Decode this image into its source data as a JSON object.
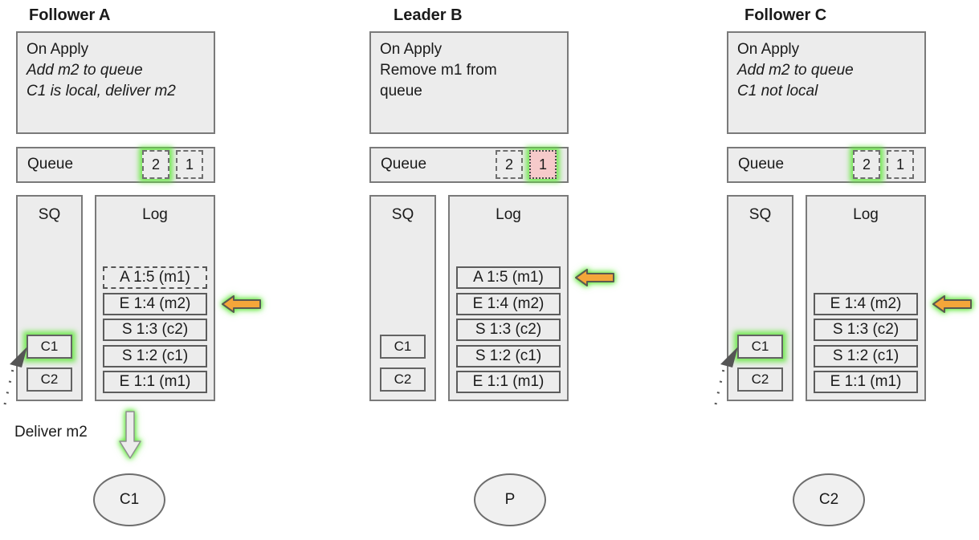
{
  "diagram": {
    "columns": [
      {
        "title": "Follower A",
        "on_apply_lines": [
          {
            "text": "On Apply",
            "italic": false
          },
          {
            "text": "Add m2 to queue",
            "italic": true
          },
          {
            "text": "C1 is local, deliver m2",
            "italic": true
          }
        ],
        "queue": {
          "label": "Queue",
          "items": [
            {
              "value": "2",
              "style": "dashed",
              "glow": true
            },
            {
              "value": "1",
              "style": "dashed",
              "glow": false
            }
          ]
        },
        "sq": {
          "label": "SQ",
          "items": [
            {
              "value": "C1",
              "glow": true,
              "incoming_dotted_arrow": true
            },
            {
              "value": "C2",
              "glow": false,
              "incoming_dotted_arrow": false
            }
          ]
        },
        "log": {
          "label": "Log",
          "entries": [
            {
              "text": "A 1:5 (m1)",
              "border": "dashed",
              "arrow": false
            },
            {
              "text": "E 1:4 (m2)",
              "border": "solid",
              "arrow": true
            },
            {
              "text": "S 1:3 (c2)",
              "border": "solid",
              "arrow": false
            },
            {
              "text": "S 1:2 (c1)",
              "border": "solid",
              "arrow": false
            },
            {
              "text": "E 1:1 (m1)",
              "border": "solid",
              "arrow": false
            }
          ]
        },
        "deliver_label": "Deliver m2",
        "deliver_arrow": true,
        "client": "C1"
      },
      {
        "title": "Leader B",
        "on_apply_lines": [
          {
            "text": "On Apply",
            "italic": false
          },
          {
            "text": "Remove m1 from",
            "italic": false
          },
          {
            "text": "queue",
            "italic": false
          }
        ],
        "queue": {
          "label": "Queue",
          "items": [
            {
              "value": "2",
              "style": "dashed",
              "glow": false
            },
            {
              "value": "1",
              "style": "red-dotted",
              "glow": true
            }
          ]
        },
        "sq": {
          "label": "SQ",
          "items": [
            {
              "value": "C1",
              "glow": false,
              "incoming_dotted_arrow": false
            },
            {
              "value": "C2",
              "glow": false,
              "incoming_dotted_arrow": false
            }
          ]
        },
        "log": {
          "label": "Log",
          "entries": [
            {
              "text": "A 1:5 (m1)",
              "border": "solid",
              "arrow": true
            },
            {
              "text": "E 1:4 (m2)",
              "border": "solid",
              "arrow": false
            },
            {
              "text": "S 1:3 (c2)",
              "border": "solid",
              "arrow": false
            },
            {
              "text": "S 1:2 (c1)",
              "border": "solid",
              "arrow": false
            },
            {
              "text": "E 1:1 (m1)",
              "border": "solid",
              "arrow": false
            }
          ]
        },
        "deliver_label": "",
        "deliver_arrow": false,
        "client": "P"
      },
      {
        "title": "Follower C",
        "on_apply_lines": [
          {
            "text": "On Apply",
            "italic": false
          },
          {
            "text": "Add m2 to queue",
            "italic": true
          },
          {
            "text": "C1 not local",
            "italic": true
          }
        ],
        "queue": {
          "label": "Queue",
          "items": [
            {
              "value": "2",
              "style": "dashed",
              "glow": true
            },
            {
              "value": "1",
              "style": "dashed",
              "glow": false
            }
          ]
        },
        "sq": {
          "label": "SQ",
          "items": [
            {
              "value": "C1",
              "glow": true,
              "incoming_dotted_arrow": true
            },
            {
              "value": "C2",
              "glow": false,
              "incoming_dotted_arrow": false
            }
          ]
        },
        "log": {
          "label": "Log",
          "entries": [
            {
              "text": "E 1:4 (m2)",
              "border": "solid",
              "arrow": true
            },
            {
              "text": "S 1:3 (c2)",
              "border": "solid",
              "arrow": false
            },
            {
              "text": "S 1:2 (c1)",
              "border": "solid",
              "arrow": false
            },
            {
              "text": "E 1:1 (m1)",
              "border": "solid",
              "arrow": false
            }
          ]
        },
        "deliver_label": "",
        "deliver_arrow": false,
        "client": "C2"
      }
    ],
    "colors": {
      "box_fill": "#ececec",
      "box_border": "#7a7a7a",
      "glow_green": "#62e83c",
      "arrow_orange": "#f4a63a",
      "arrow_outline": "#5a5a50",
      "queue_item_red_fill": "#f6caca"
    }
  }
}
